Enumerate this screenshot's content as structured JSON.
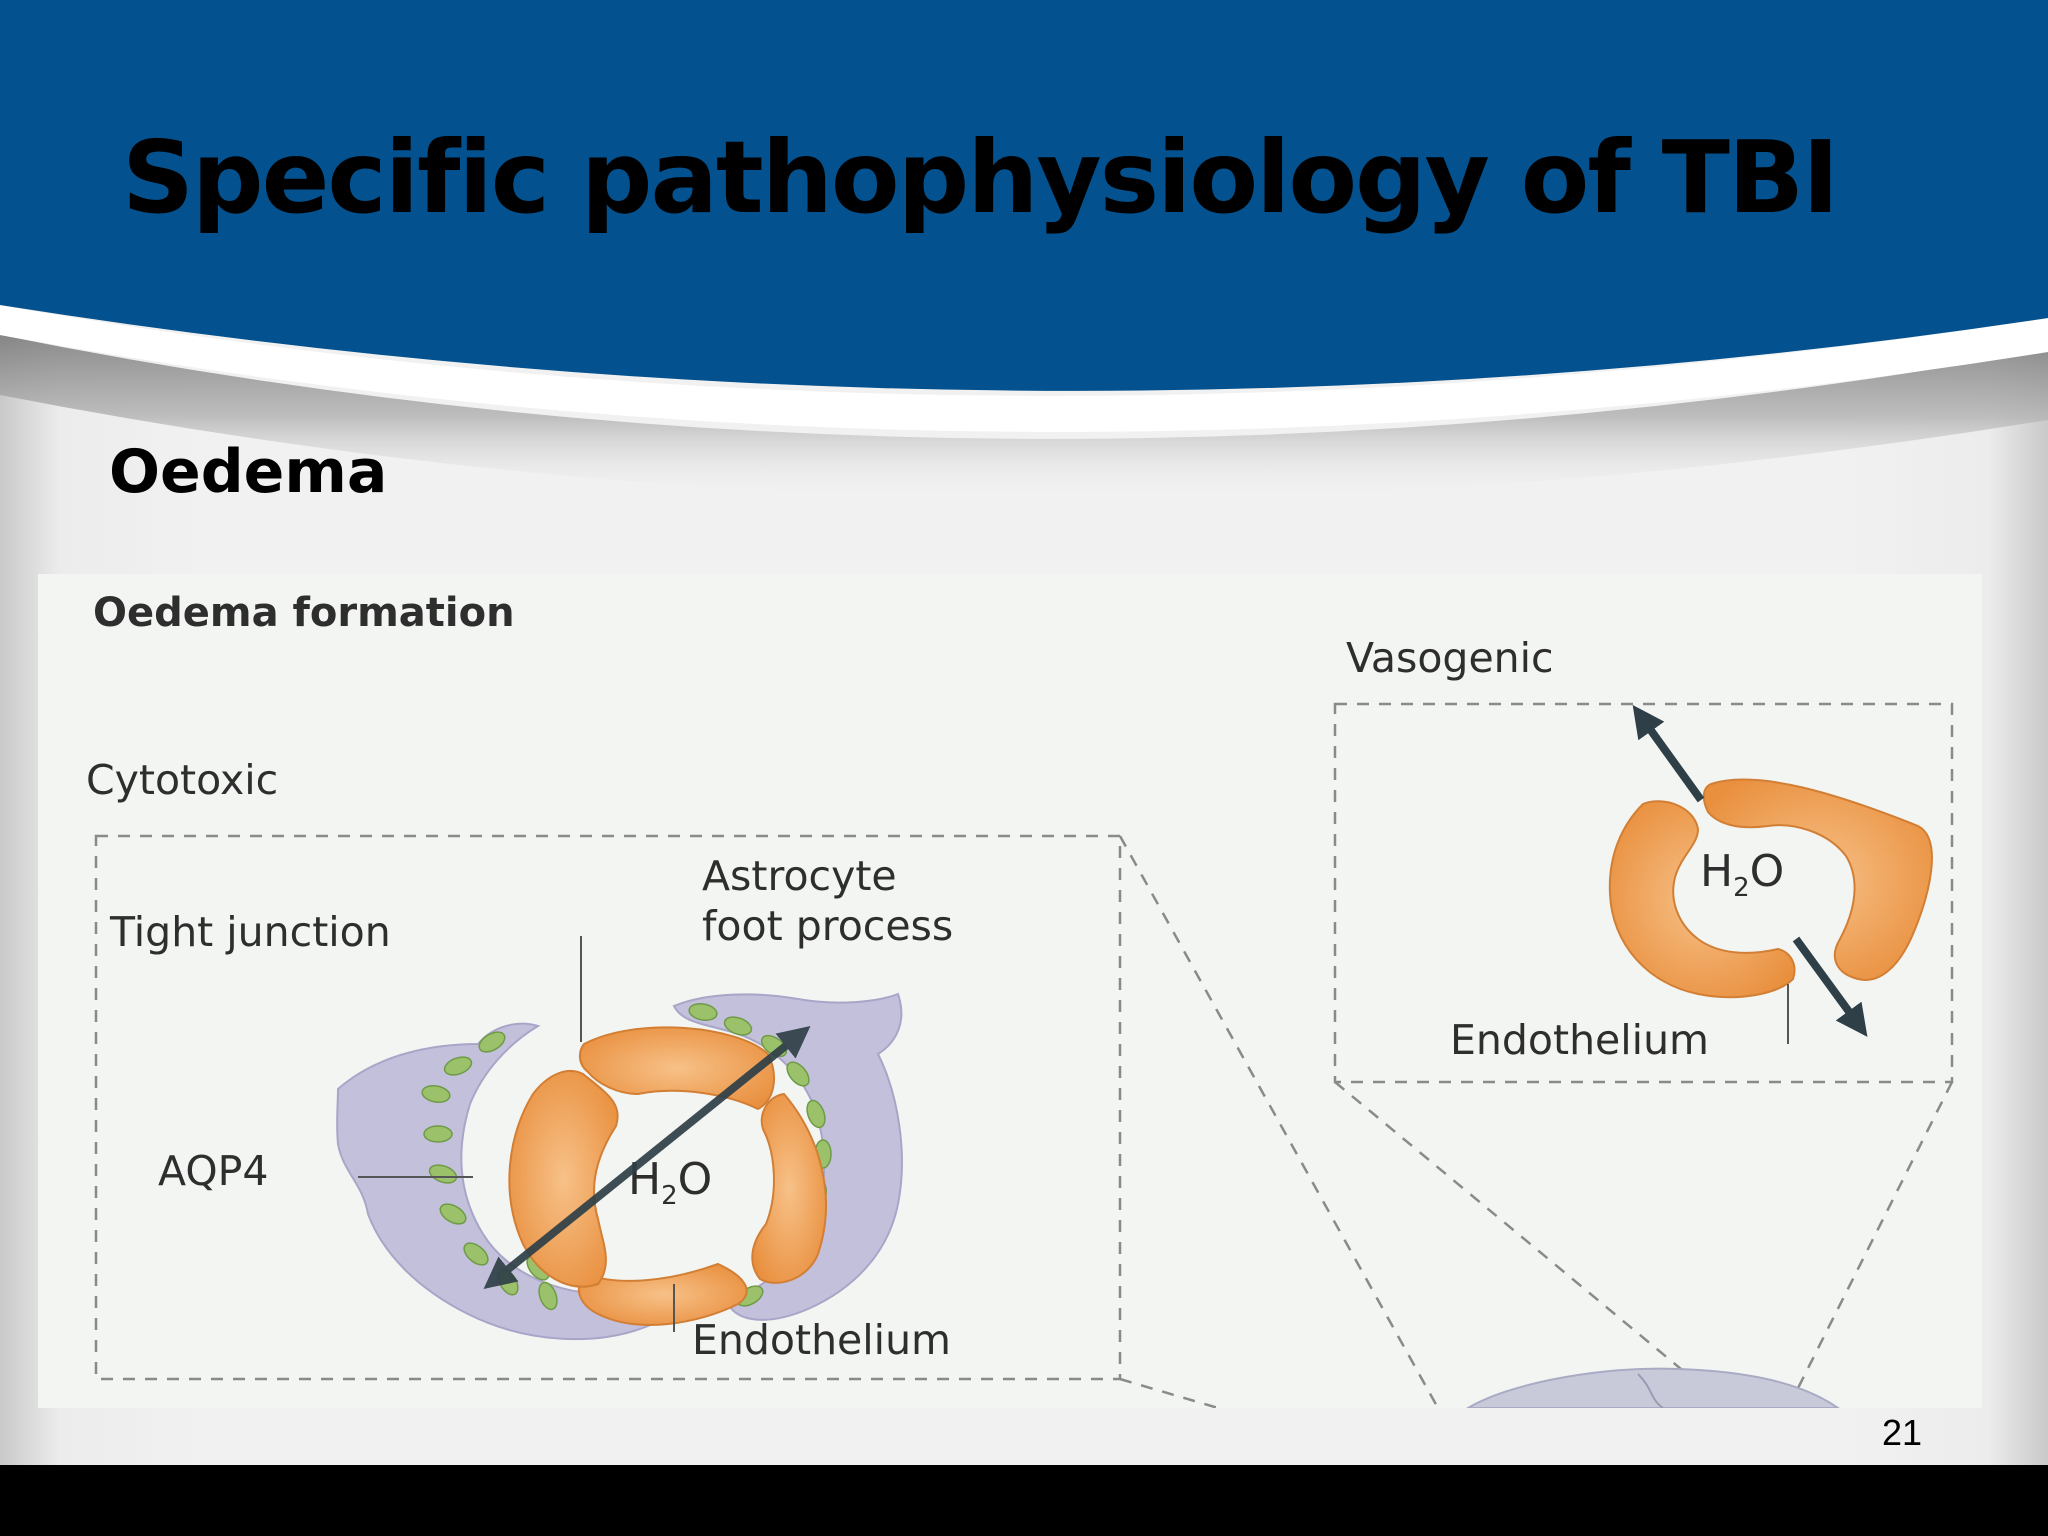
{
  "slide": {
    "title": "Specific pathophysiology of TBI",
    "section_heading": "Oedema",
    "page_number": "21"
  },
  "figure": {
    "title": "Oedema formation",
    "cytotoxic": {
      "label": "Cytotoxic",
      "tight_junction": "Tight junction",
      "astrocyte_line1": "Astrocyte",
      "astrocyte_line2": "foot process",
      "aqp4": "AQP4",
      "water_main": "H",
      "water_sub": "2",
      "water_end": "O",
      "endothelium": "Endothelium"
    },
    "vasogenic": {
      "label": "Vasogenic",
      "water_main": "H",
      "water_sub": "2",
      "water_end": "O",
      "endothelium": "Endothelium"
    }
  },
  "colors": {
    "header_blue": "#03518e",
    "endothelium_orange": "#ef9a4e",
    "astrocyte_lavender": "#c3c0dc",
    "aqp4_green": "#9cc16b",
    "arrow": "#2f3f47"
  }
}
